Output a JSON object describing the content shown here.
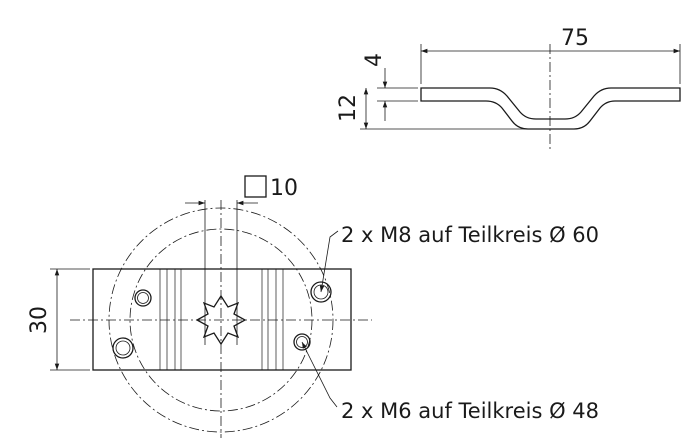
{
  "dimensions": {
    "length": "75",
    "thickness": "4",
    "height": "12",
    "square": "10",
    "width": "30"
  },
  "labels": {
    "m8": "2 x M8 auf Teilkreis Ø 60",
    "m6": "2 x M6 auf Teilkreis Ø 48"
  }
}
